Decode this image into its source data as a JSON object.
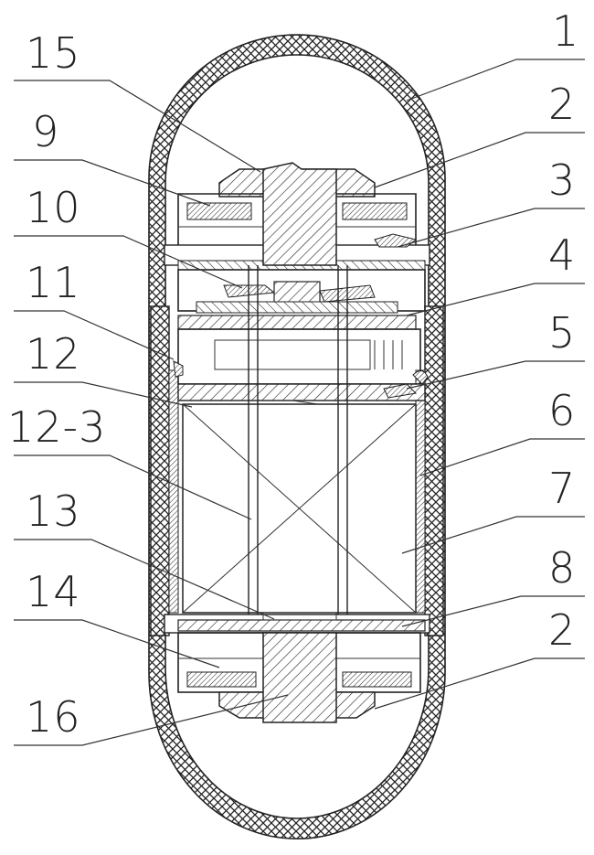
{
  "labels": {
    "l1": "1",
    "l15": "15",
    "l2_top": "2",
    "l9": "9",
    "l3": "3",
    "l10": "10",
    "l4": "4",
    "l11": "11",
    "l5": "5",
    "l12": "12",
    "l6": "6",
    "l12_3": "12-3",
    "l7": "7",
    "l13": "13",
    "l8": "8",
    "l14": "14",
    "l2_bottom": "2",
    "l16": "16"
  }
}
